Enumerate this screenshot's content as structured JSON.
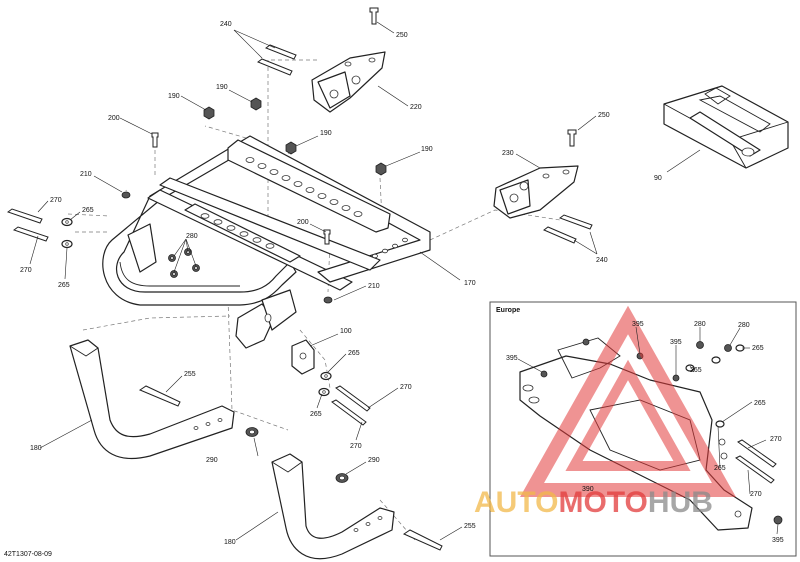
{
  "doc_code": "42T1307-08-09",
  "inset_title": "Europe",
  "callouts": [
    {
      "id": "c240a",
      "text": "240"
    },
    {
      "id": "c250a",
      "text": "250"
    },
    {
      "id": "c190a",
      "text": "190"
    },
    {
      "id": "c190b",
      "text": "190"
    },
    {
      "id": "c220",
      "text": "220"
    },
    {
      "id": "c200a",
      "text": "200"
    },
    {
      "id": "c190c",
      "text": "190"
    },
    {
      "id": "c190d",
      "text": "190"
    },
    {
      "id": "c210a",
      "text": "210"
    },
    {
      "id": "c270a",
      "text": "270"
    },
    {
      "id": "c265a",
      "text": "265"
    },
    {
      "id": "c270b",
      "text": "270"
    },
    {
      "id": "c265b",
      "text": "265"
    },
    {
      "id": "c280",
      "text": "280"
    },
    {
      "id": "c200b",
      "text": "200"
    },
    {
      "id": "c230",
      "text": "230"
    },
    {
      "id": "c250b",
      "text": "250"
    },
    {
      "id": "c240b",
      "text": "240"
    },
    {
      "id": "c90",
      "text": "90"
    },
    {
      "id": "c170",
      "text": "170"
    },
    {
      "id": "c210b",
      "text": "210"
    },
    {
      "id": "c100",
      "text": "100"
    },
    {
      "id": "c265c",
      "text": "265"
    },
    {
      "id": "c270c",
      "text": "270"
    },
    {
      "id": "c265d",
      "text": "265"
    },
    {
      "id": "c270d",
      "text": "270"
    },
    {
      "id": "c255a",
      "text": "255"
    },
    {
      "id": "c180a",
      "text": "180"
    },
    {
      "id": "c290a",
      "text": "290"
    },
    {
      "id": "c290b",
      "text": "290"
    },
    {
      "id": "c180b",
      "text": "180"
    },
    {
      "id": "c255b",
      "text": "255"
    },
    {
      "id": "e395a",
      "text": "395"
    },
    {
      "id": "e395b",
      "text": "395"
    },
    {
      "id": "e280a",
      "text": "280"
    },
    {
      "id": "e280b",
      "text": "280"
    },
    {
      "id": "e395c",
      "text": "395"
    },
    {
      "id": "e265a",
      "text": "265"
    },
    {
      "id": "e265b",
      "text": "265"
    },
    {
      "id": "e265c",
      "text": "265"
    },
    {
      "id": "e265d",
      "text": "265"
    },
    {
      "id": "e390",
      "text": "390"
    },
    {
      "id": "e270a",
      "text": "270"
    },
    {
      "id": "e270b",
      "text": "270"
    },
    {
      "id": "e395d",
      "text": "395"
    }
  ],
  "watermark": {
    "text_part1": "AUTO",
    "text_part2": "MOTO",
    "text_part3": "HUB",
    "color_part1": "#f2b84a",
    "color_part2": "#e23b3b",
    "color_part3": "#8a8a8a"
  }
}
